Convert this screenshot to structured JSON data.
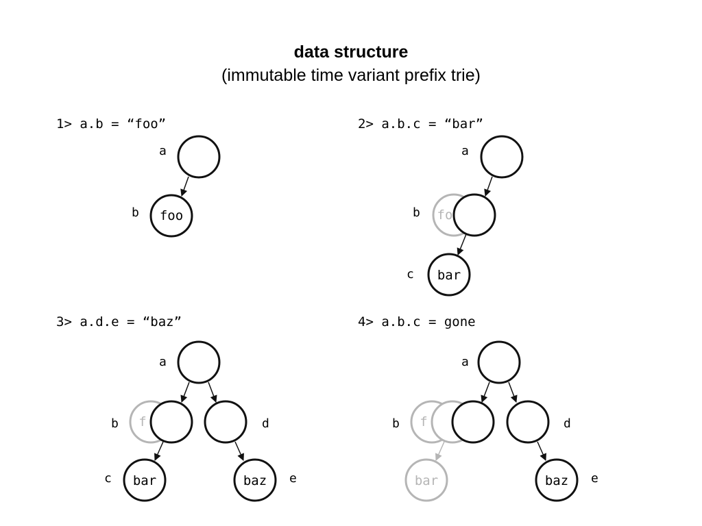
{
  "title": "data structure",
  "subtitle": "(immutable time variant prefix trie)",
  "steps": [
    {
      "heading": "1> a.b = “foo”",
      "labels": [
        "a",
        "b"
      ],
      "values": [
        "foo"
      ]
    },
    {
      "heading": "2> a.b.c = “bar”",
      "labels": [
        "a",
        "b",
        "c"
      ],
      "values": [
        "fo",
        "bar"
      ]
    },
    {
      "heading": "3> a.d.e = “baz”",
      "labels": [
        "a",
        "b",
        "d",
        "c",
        "e"
      ],
      "values": [
        "f",
        "bar",
        "baz"
      ]
    },
    {
      "heading": "4> a.b.c = gone",
      "labels": [
        "a",
        "b",
        "d",
        "e"
      ],
      "values": [
        "f",
        "bar",
        "baz"
      ]
    }
  ],
  "colors": {
    "node": "#111111",
    "ghost": "#b5b5b5",
    "text": "#000000"
  }
}
